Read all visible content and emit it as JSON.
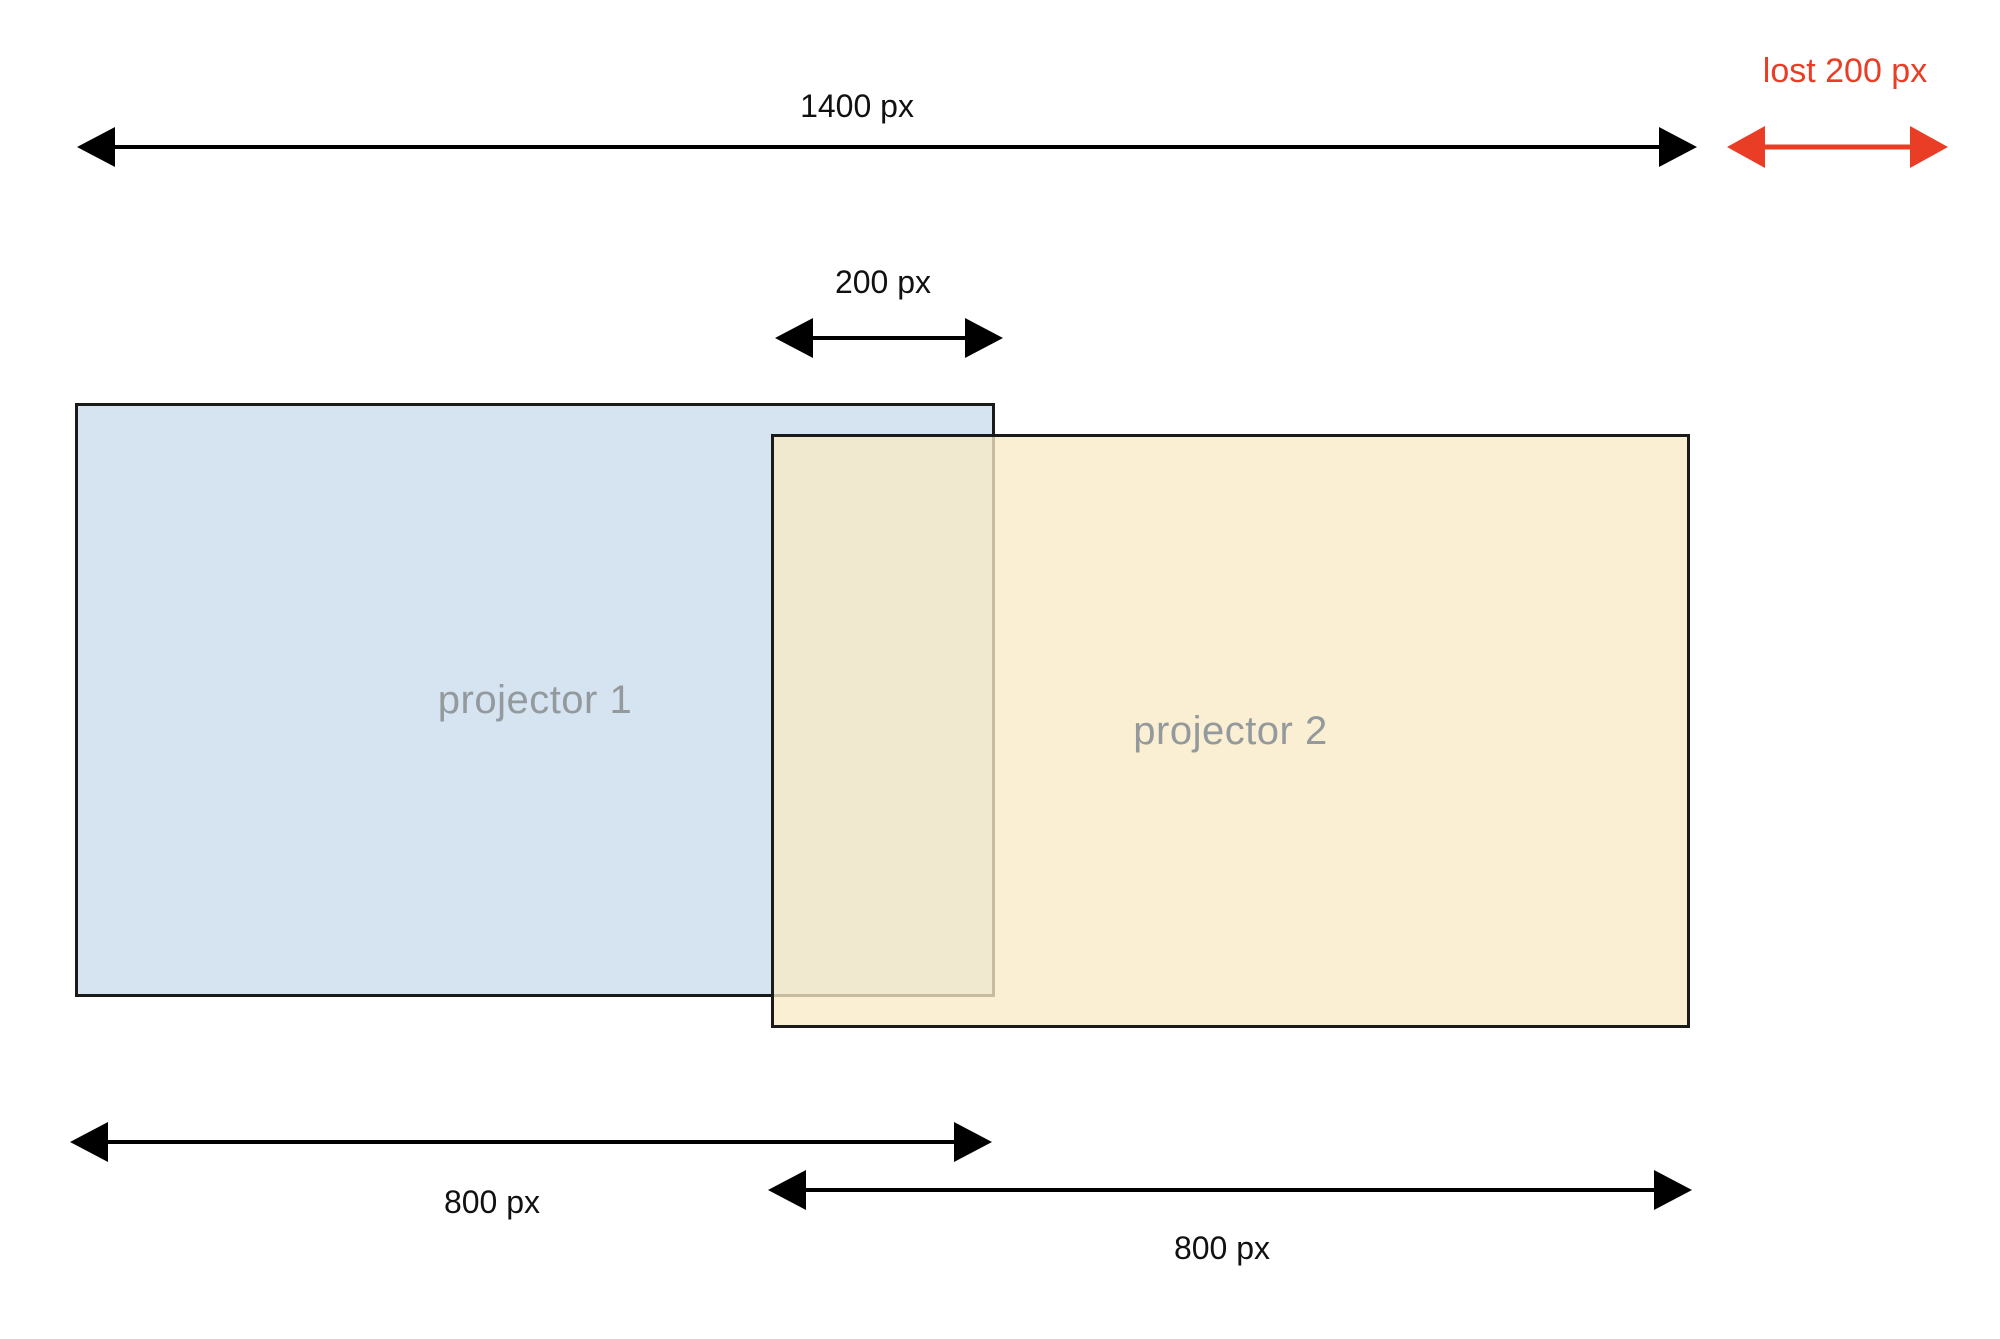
{
  "colors": {
    "line": "#000000",
    "text": "#111111",
    "accent-red": "#e93d25",
    "p1-fill": "#d6e3f1",
    "p2-fill": "rgba(249,235,197,0.78)",
    "rect-border": "#1a1a1a",
    "projector-label": "#93999c",
    "background": "#ffffff"
  },
  "labels": {
    "total_width": "1400 px",
    "lost": "lost 200 px",
    "overlap": "200 px",
    "p1_width": "800 px",
    "p2_width": "800 px"
  },
  "rectangles": {
    "projector1": "projector 1",
    "projector2": "projector 2"
  }
}
